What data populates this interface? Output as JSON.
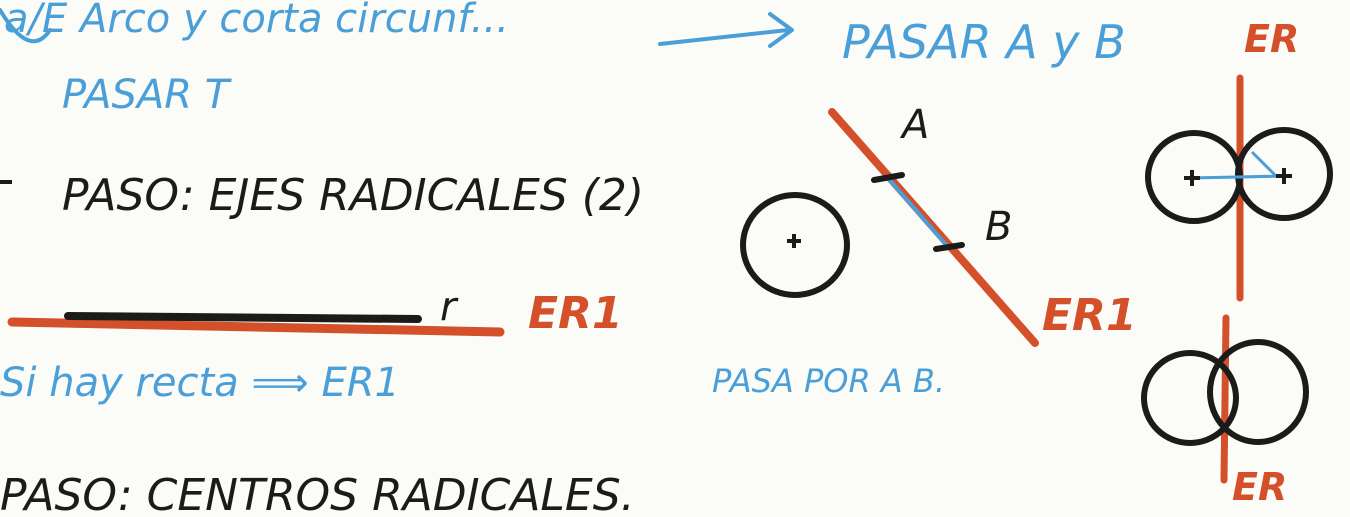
{
  "colors": {
    "blue_ink": "#4a9fd8",
    "black_ink": "#1b1b1b",
    "red_ink": "#d4502a",
    "paper": "#fbfbf8"
  },
  "notes": {
    "top_left_fragment": "a/E Arco y corta circunf...",
    "pasar_t": "PASAR T",
    "top_right_arrow_text": "PASAR A y B",
    "paso_ejes": "PASO: EJES RADICALES (2)",
    "line_label_r": "r",
    "line_label_er1": "ER1",
    "si_hay_recta": "Si hay recta ⟹ ER1",
    "bottom_paso": "PASO: CENTROS RADICALES."
  },
  "figure_ab": {
    "point_a": "A",
    "point_b": "B",
    "er1_label": "ER1",
    "caption": "PASA POR A B."
  },
  "figure_right": {
    "er_top": "ER",
    "er_bottom": "ER"
  }
}
